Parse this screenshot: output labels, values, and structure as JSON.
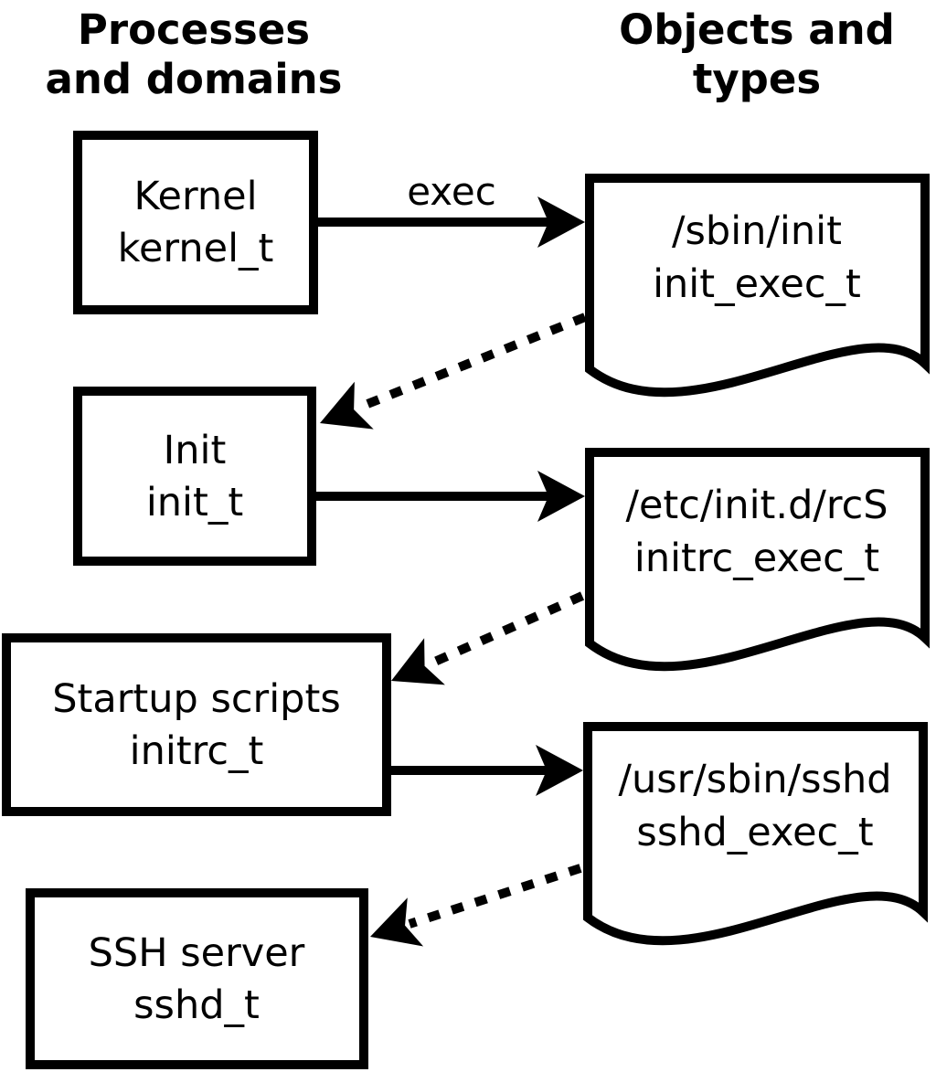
{
  "headers": {
    "left": {
      "line1": "Processes",
      "line2": "and domains"
    },
    "right": {
      "line1": "Objects and",
      "line2": "types"
    }
  },
  "process_nodes": [
    {
      "name": "Kernel",
      "type": "kernel_t"
    },
    {
      "name": "Init",
      "type": "init_t"
    },
    {
      "name": "Startup scripts",
      "type": "initrc_t"
    },
    {
      "name": "SSH server",
      "type": "sshd_t"
    }
  ],
  "object_nodes": [
    {
      "path": "/sbin/init",
      "type": "init_exec_t"
    },
    {
      "path": "/etc/init.d/rcS",
      "type": "initrc_exec_t"
    },
    {
      "path": "/usr/sbin/sshd",
      "type": "sshd_exec_t"
    }
  ],
  "edges": {
    "exec_label": "exec"
  },
  "colors": {
    "stroke": "#000000",
    "background": "#ffffff"
  }
}
